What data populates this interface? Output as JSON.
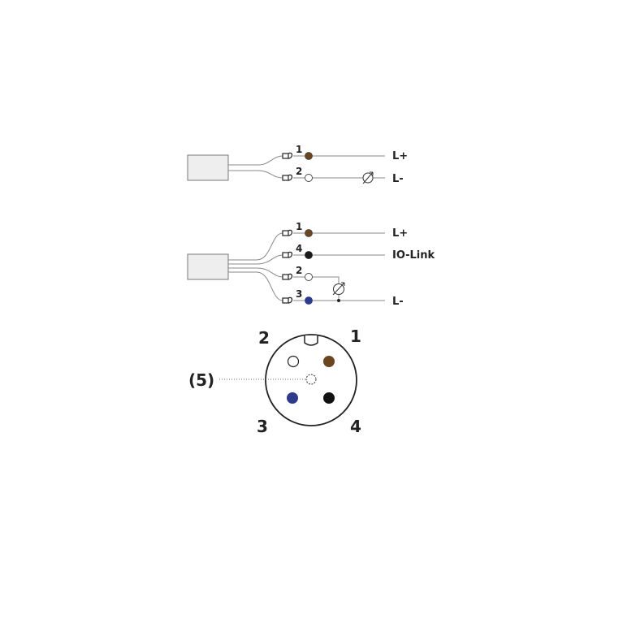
{
  "colors": {
    "brown": "#6b4420",
    "black": "#1a1a1a",
    "blue": "#2e3a8c",
    "white": "#ffffff",
    "line": "#888888",
    "box_fill": "#eeeeee",
    "box_stroke": "#777777"
  },
  "diagram1": {
    "wires": [
      {
        "pin": "1",
        "color": "brown",
        "signal": "L+"
      },
      {
        "pin": "2",
        "color": "white",
        "signal": "L-",
        "load": "load-symbol"
      }
    ]
  },
  "diagram2": {
    "wires": [
      {
        "pin": "1",
        "color": "brown",
        "signal": "L+"
      },
      {
        "pin": "4",
        "color": "black",
        "signal": "IO-Link"
      },
      {
        "pin": "2",
        "color": "white",
        "signal": "",
        "load": "load-symbol"
      },
      {
        "pin": "3",
        "color": "blue",
        "signal": "L-"
      }
    ]
  },
  "connector": {
    "labels": {
      "pin1": "1",
      "pin2": "2",
      "pin3": "3",
      "pin4": "4",
      "pin5": "(5)"
    },
    "pins": [
      {
        "pin": "1",
        "color": "brown"
      },
      {
        "pin": "2",
        "color": "white"
      },
      {
        "pin": "3",
        "color": "blue"
      },
      {
        "pin": "4",
        "color": "black"
      },
      {
        "pin": "5",
        "color": "none"
      }
    ]
  }
}
